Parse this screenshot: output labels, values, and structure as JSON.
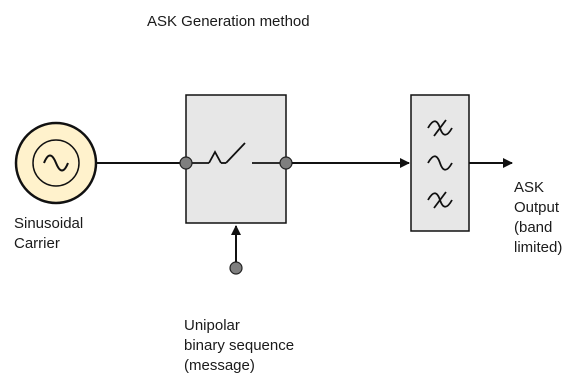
{
  "title": "ASK Generation method",
  "carrier_label": [
    "Sinusoidal",
    "Carrier"
  ],
  "message_label": [
    "Unipolar",
    "binary sequence",
    "(message)"
  ],
  "output_label": [
    "ASK",
    "Output",
    "(band",
    "limited)"
  ],
  "colors": {
    "carrier_fill": "#fff2cc",
    "block_fill": "#e7e7e7",
    "line": "#111111",
    "terminal": "#7f7f7f"
  },
  "icons": {
    "carrier": "sine-wave-icon",
    "switch": "switch-icon",
    "filter": "band-pass-filter-icon"
  }
}
